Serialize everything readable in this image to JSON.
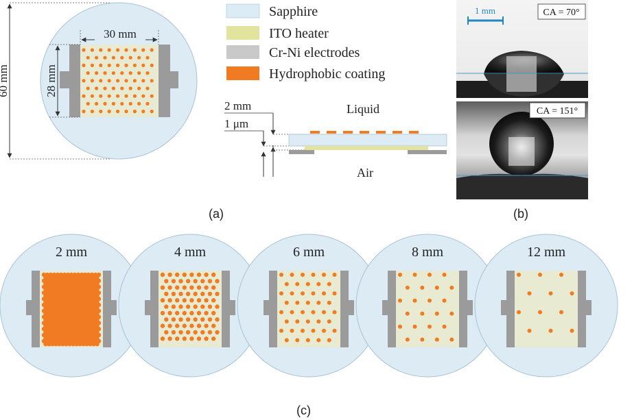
{
  "colors": {
    "sapphire": "#dcebf4",
    "sapphire_stroke": "#9cb9c9",
    "ito": "#e8ebd2",
    "ito_strip": "#d8d88e",
    "electrode": "#9b9b9b",
    "coating": "#f07b22",
    "photo_blue": "#1f86c1"
  },
  "panel_a": {
    "dim_height": "60 mm",
    "dim_width": "30 mm",
    "dim_heater": "28 mm",
    "label": "(a)"
  },
  "legend": {
    "items": [
      {
        "label": "Sapphire",
        "color_key": "sapphire"
      },
      {
        "label": "ITO heater",
        "color_key": "ito_strip"
      },
      {
        "label": "Cr-Ni electrodes",
        "color_key": "electrode"
      },
      {
        "label": "Hydrophobic coating",
        "color_key": "coating"
      }
    ]
  },
  "cross_section": {
    "dim_sapphire": "2 mm",
    "dim_ito": "1 μm",
    "top_label": "Liquid",
    "bottom_label": "Air"
  },
  "panel_b": {
    "scale_label": "1 mm",
    "top_ca": "CA = 70°",
    "bottom_ca": "CA = 151°",
    "label": "(b)"
  },
  "panel_c": {
    "label": "(c)",
    "variants": [
      {
        "label": "2 mm",
        "cols": 18,
        "rows": 18,
        "dot_r": 3.2
      },
      {
        "label": "4 mm",
        "cols": 9,
        "rows": 9,
        "dot_r": 3.2
      },
      {
        "label": "6 mm",
        "cols": 5.5,
        "rows": 5.5,
        "dot_r": 3.0
      },
      {
        "label": "8 mm",
        "cols": 4,
        "rows": 4,
        "dot_r": 3.0
      },
      {
        "label": "12 mm",
        "cols": 3,
        "rows": 3,
        "dot_r": 3.0
      }
    ]
  }
}
